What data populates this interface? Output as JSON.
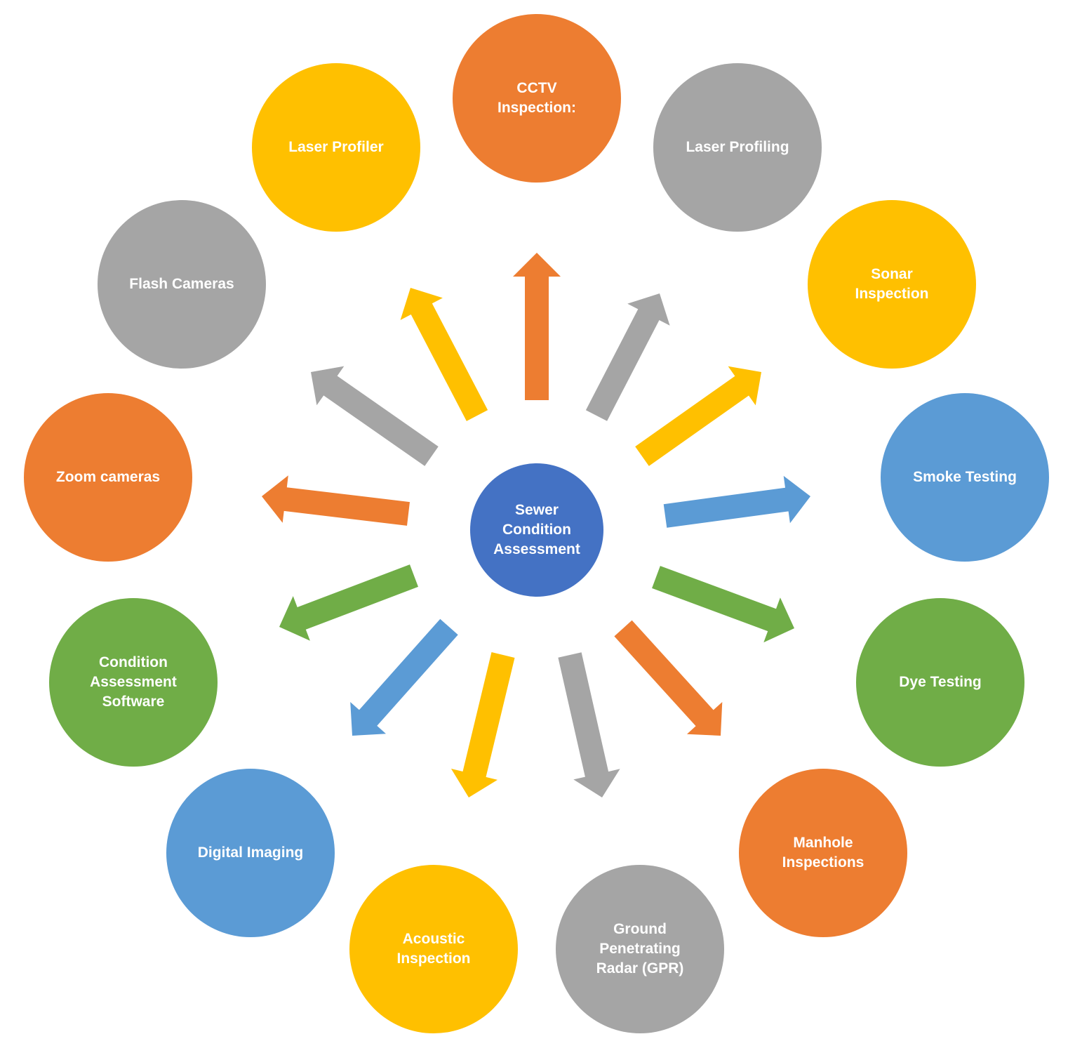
{
  "colors": {
    "orange": "#ED7D31",
    "gray": "#A5A5A5",
    "yellow": "#FFC000",
    "blue": "#5B9BD5",
    "green": "#70AD47",
    "dark_blue": "#4472C4"
  },
  "center": {
    "label": "Sewer\nCondition\nAssessment",
    "color": "dark_blue"
  },
  "nodes": [
    {
      "label": "CCTV\nInspection:",
      "color": "orange"
    },
    {
      "label": "Laser Profiling",
      "color": "gray"
    },
    {
      "label": "Sonar\nInspection",
      "color": "yellow"
    },
    {
      "label": "Smoke Testing",
      "color": "blue"
    },
    {
      "label": "Dye Testing",
      "color": "green"
    },
    {
      "label": "Manhole\nInspections",
      "color": "orange"
    },
    {
      "label": "Ground\nPenetrating\nRadar (GPR)",
      "color": "gray"
    },
    {
      "label": "Acoustic\nInspection",
      "color": "yellow"
    },
    {
      "label": "Digital Imaging",
      "color": "blue"
    },
    {
      "label": "Condition\nAssessment\nSoftware",
      "color": "green"
    },
    {
      "label": "Zoom cameras",
      "color": "orange"
    },
    {
      "label": "Flash Cameras",
      "color": "gray"
    },
    {
      "label": "Laser Profiler",
      "color": "yellow"
    }
  ]
}
